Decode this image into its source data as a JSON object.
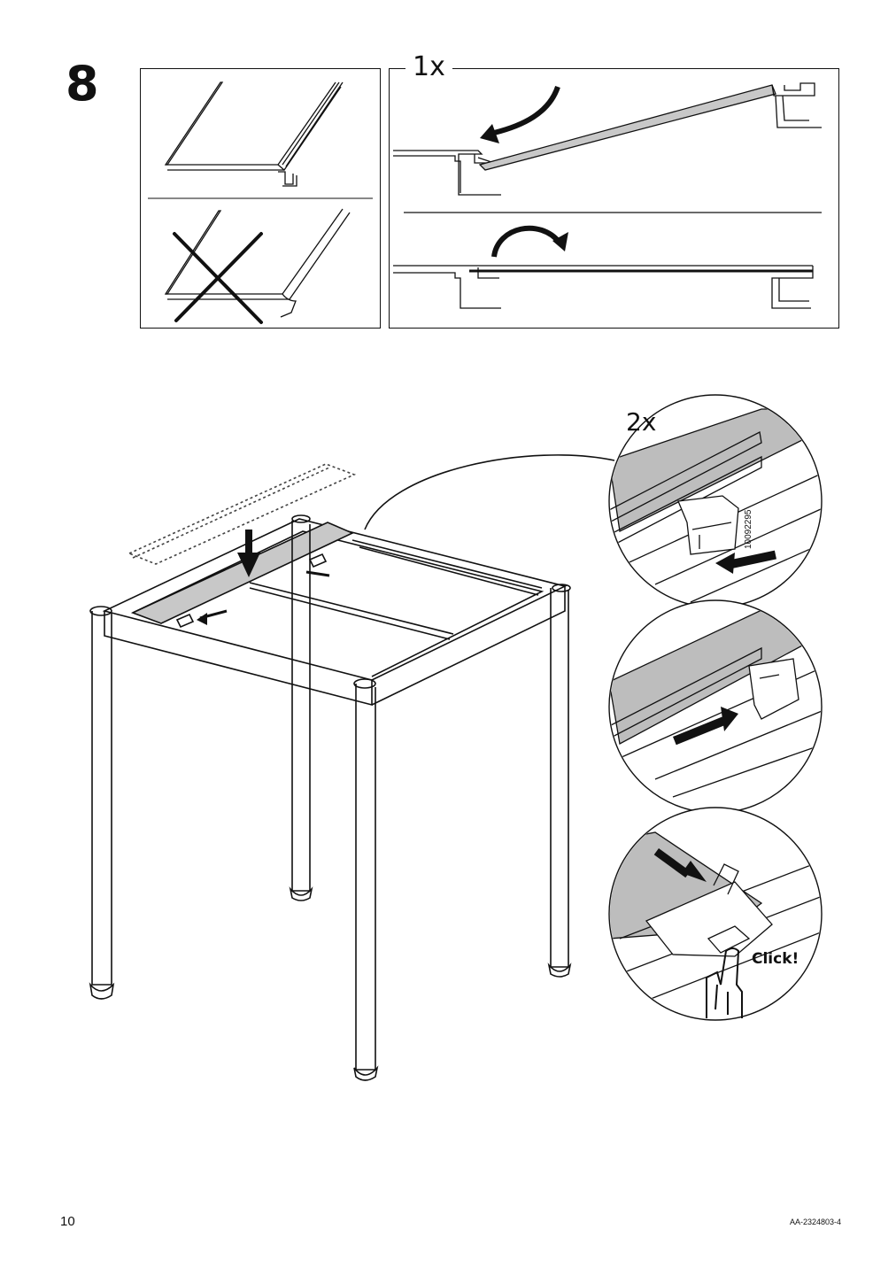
{
  "step": {
    "number": "8"
  },
  "top_detail": {
    "quantity": "1x"
  },
  "main_detail": {
    "quantity": "2x",
    "part_number": "10092295",
    "action_text": "Click!"
  },
  "footer": {
    "page_number": "10",
    "document_code": "AA-2324803-4"
  },
  "icons": [
    "wrong-orientation-cross-icon",
    "push-arrow-icon",
    "rotate-arrow-icon",
    "finger-press-icon"
  ],
  "colors": {
    "line": "#111111",
    "panel_fill": "#bdbdbd",
    "ghost_outline": "#444444"
  }
}
